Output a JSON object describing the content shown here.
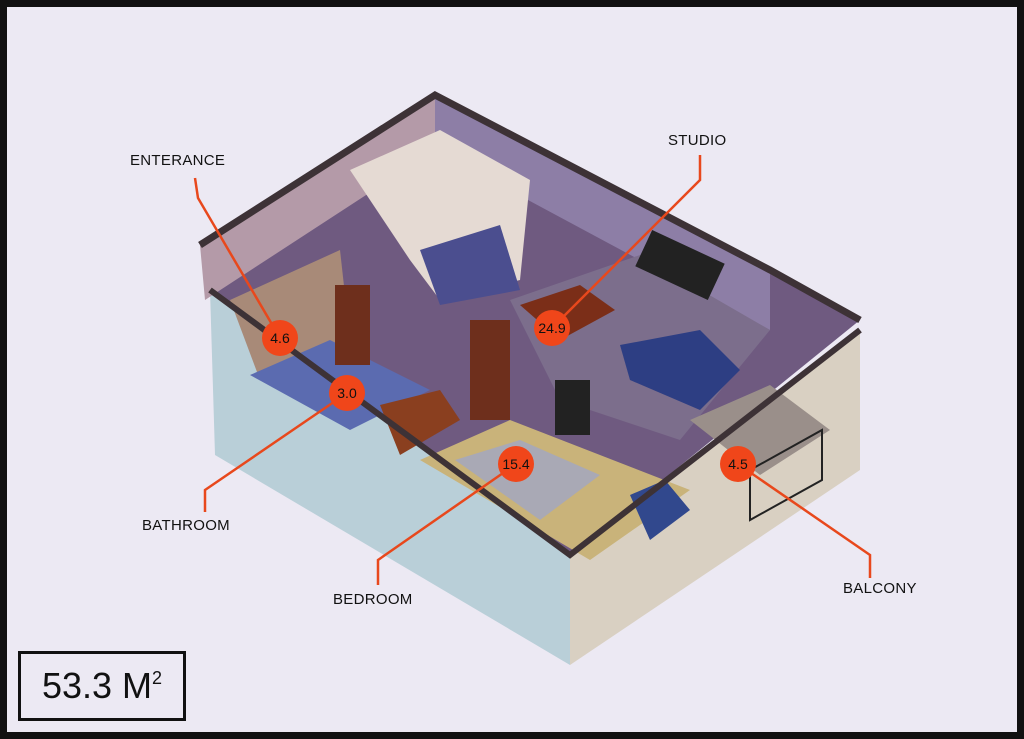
{
  "total_area": {
    "value": "53.3 M",
    "unit_exponent": "2"
  },
  "rooms": [
    {
      "name": "ENTERANCE",
      "area": "4.6"
    },
    {
      "name": "STUDIO",
      "area": "24.9"
    },
    {
      "name": "BATHROOM",
      "area": "3.0"
    },
    {
      "name": "BEDROOM",
      "area": "15.4"
    },
    {
      "name": "BALCONY",
      "area": "4.5"
    }
  ],
  "colors": {
    "marker": "#f0461a",
    "leader": "#e8481c",
    "background": "#ece9f3"
  }
}
